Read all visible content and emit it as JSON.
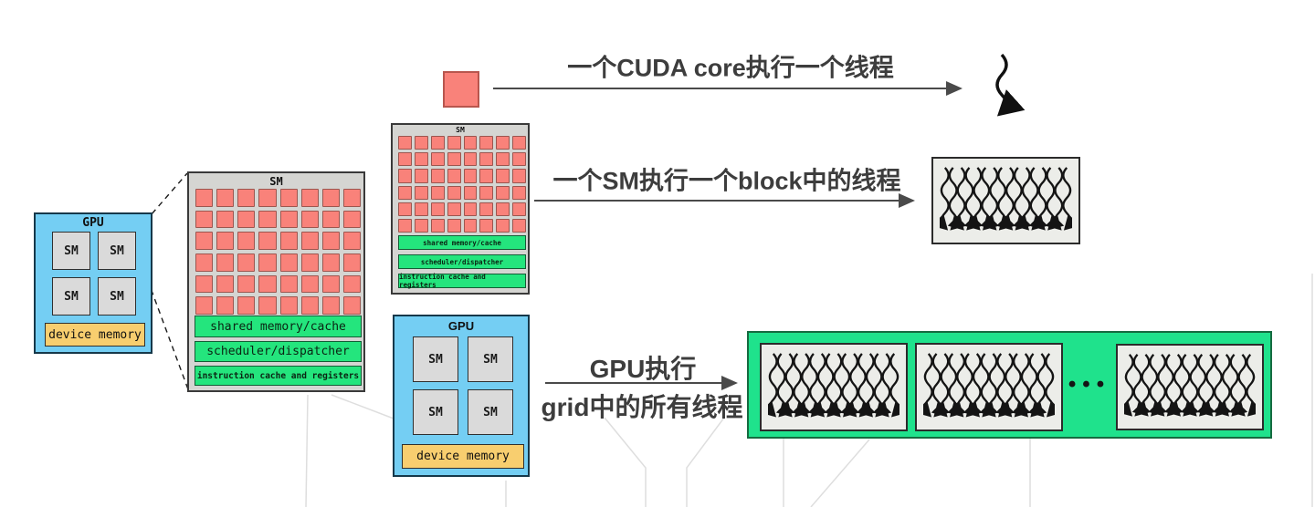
{
  "palette": {
    "gpu_blue": "#74cef3",
    "core_red": "#f9827a",
    "bar_green": "#24e57d",
    "grid_green": "#1fe28c",
    "memory_yellow": "#f8ce6f",
    "box_gray": "#d5d5d2",
    "caption_text": "#3d3d3d"
  },
  "captions": {
    "core_thread": "一个CUDA core执行一个线程",
    "sm_block": "一个SM执行一个block中的线程",
    "gpu_grid_line1": "GPU执行",
    "gpu_grid_line2": "grid中的所有线程"
  },
  "gpu_left": {
    "title": "GPU",
    "sm_label": "SM",
    "sm_count": 4,
    "memory_label": "device memory"
  },
  "gpu_mid": {
    "title": "GPU",
    "sm_label": "SM",
    "sm_count": 4,
    "memory_label": "device memory"
  },
  "sm_detail": {
    "title": "SM",
    "core_rows": 6,
    "core_cols": 8,
    "bars": [
      "shared memory/cache",
      "scheduler/dispatcher",
      "instruction cache and registers"
    ]
  },
  "sm_mid": {
    "title": "SM",
    "core_rows": 6,
    "core_cols": 8,
    "bars": [
      "shared memory/cache",
      "scheduler/dispatcher",
      "instruction cache and registers"
    ]
  },
  "thread_block": {
    "thread_count": 16
  },
  "grid": {
    "block_count": 3,
    "threads_per_block": 16,
    "ellipsis": "•••"
  }
}
